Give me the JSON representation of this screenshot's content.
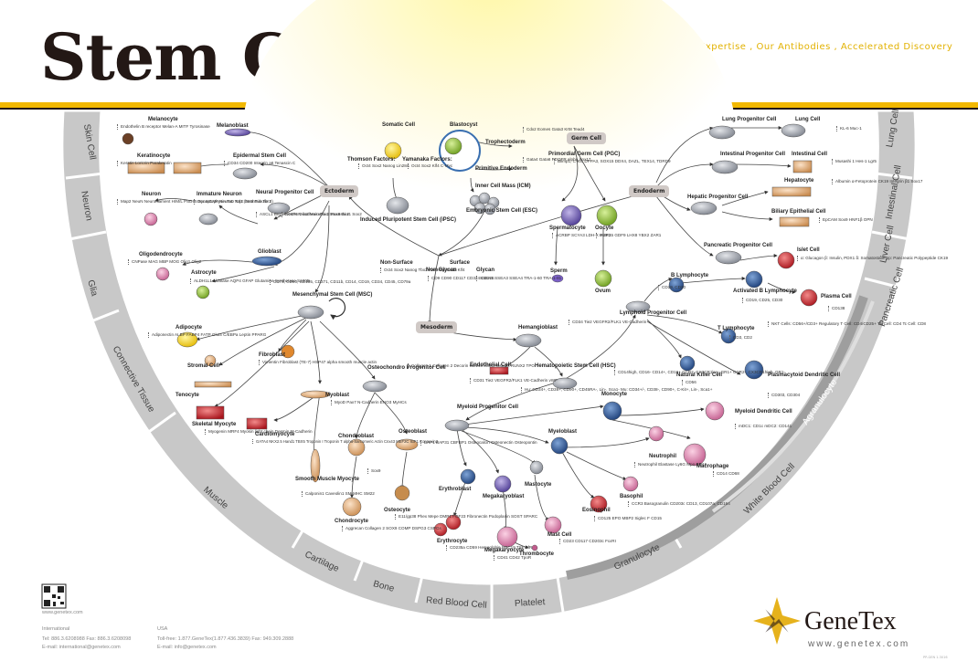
{
  "header": {
    "title": "Stem Cell",
    "tagline": "Your Expertise , Our Antibodies , Accelerated Discovery"
  },
  "colors": {
    "accent_gold": "#f2b800",
    "ring": "#bfbfbf",
    "ring_dark": "#9e9e9e",
    "title": "#231815"
  },
  "categories_left": [
    "Skin Cell",
    "Neuron",
    "Glia",
    "Connective Tissue",
    "Muscle",
    "Cartilage",
    "Bone",
    "Red Blood Cell",
    "Platelet"
  ],
  "categories_right": [
    "Lung Cell",
    "Intestinal Cell",
    "Liver Cell",
    "Pancreatic Cell",
    "Granulocyte",
    "White Blood Cell",
    "Agranulocyte"
  ],
  "nodes": {
    "ectoderm": "Ectoderm",
    "endoderm": "Endoderm",
    "mesoderm": "Mesoderm",
    "germ_cell": "Germ Cell",
    "somatic": "Somatic Cell",
    "blastocyst": "Blastocyst",
    "trophectoderm": "Trophectoderm",
    "trophectoderm_markers": "Cdx2\nEomes\nGata3\nKrt8\nTead4",
    "primitive_endoderm": "Primitive Endoderm",
    "primitive_endoderm_markers": "Gata4\nGata6\nPDGFR alpha\nSox17",
    "icm": "Inner Cell Mass (ICM)",
    "esc": "Embryonic Stem Cell (ESC)",
    "thomson": "Thomson Factors:",
    "thomson_markers": "Oct4\nSox2\nNanog\nLin28A",
    "yamanaka": "Yamanaka Factors:",
    "yamanaka_markers": "Oct4\nSox2\nKlf4\nC-Myc",
    "ipsc": "Induced Pluripotent Stem Cell\n(iPSC)",
    "pgc": "Primordial Germ Cell (PGC)",
    "pgc_markers": "Blimp1, C-Kit, DPPA3, SOX15\nDDX4, DAZL, TEX14, TDRD9",
    "spermatocyte": "Spermatocyte",
    "spermatocyte_markers": "ACRBP\nSCYA3\nLDH-X\nPGK2",
    "sperm": "Sperm",
    "oocyte": "Oocyte",
    "oocyte_markers": "BMP15\nGDF9\nLHX8\nYBX2\nZAR1",
    "ovum": "Ovum",
    "nonsurface_head": "Non-Surface",
    "nonsurface": "Oct4\nSox2\nNanog\nTbx3\nRex1\nFgf4\nKlf2\nKlf4",
    "surface_head": "Surface",
    "nonglycan_head": "Non-Glycan",
    "nonglycan": "CD9\nCD90\nCD117\nCD324\nCD326",
    "glycan_head": "Glycan",
    "glycan": "SSEA1\nSSEA3\nSSEA4\nTRA-1-60\nTRA-1-81",
    "melanoblast": "Melanoblast",
    "melanocyte": "Melanocyte",
    "melanocyte_markers": "Endothelin B receptor\nMelan-A\nMITF\nTyrosinase",
    "keratinocyte": "Keratinocyte",
    "keratinocyte_markers": "Keratin\nLoricrin\nParakeratin",
    "epidermal": "Epidermal Stem Cell",
    "epidermal_markers": "CD34\nCD200\nIntegrin a6\nTenascin C",
    "neuron": "Neuron",
    "neuron_markers": "Map2\nNeuN\nNeurofilament H/M/L\nPSD95\nSynaptophysin\nTau\nTuj1 (beta Tubulin 3)",
    "immature_neuron": "Immature Neuron",
    "immature_neuron_markers": "Dcx\nNCAM\nNeuroD\nNSE\nStathmin\nTbr1",
    "npc": "Neural Progenitor Cell",
    "npc_markers_a": "ASCL1\nBrg1\nCXXP6\nGlis2\nMusashi 1\nMusashi 2",
    "npc_markers_b": "Nestin\nN-cadherin\nPax3\nPax6\nSox1\nSox2",
    "glioblast": "Glioblast",
    "oligodendrocyte": "Oligodendrocyte",
    "oligodendrocyte_markers": "CNPase\nMAG\nMBP\nMOG\nOlig1\nOlig2",
    "astrocyte": "Astrocyte",
    "astrocyte_markers": "ALDH1L1\nAldolase\nAQP4\nGFAP\nGlutamine Synthetase\nS100B",
    "msc": "Mesenchymal Stem Cell\n(MSC)",
    "msc_markers": "CD73, CD90, CD105, CD271,\nCD11b, CD14, CD19, CD34, CD45, CD79a",
    "adipocyte": "Adipocyte",
    "adipocyte_markers": "Adiponectin\nALBP\nFABP4\nFATP\nGlut4\nC/EBPa\nLeptin\nPPARG",
    "stromal": "Stromal\nCell",
    "fibroblast": "Fibroblast",
    "fibroblast_markers": "Vimentin\nFibroblast (TE-7)\nHSP47\nalpha smooth muscle actin",
    "tenocyte": "Tenocyte",
    "skeletal": "Skeletal Myocyte",
    "skeletal_markers": "Myogenin\nMRF4\nMyosin light chain\nDesmin\nM-Cadherin",
    "myoblast": "Myoblast",
    "myoblast_markers": "MyoD\nPax7\nN-Cadherin\nENO3\nMyHCs",
    "cardiomyocyte": "Cardiomyocyte",
    "cardiomyocyte_markers": "GATA4\nNKX2.5\nHand1\nTBX5\nTroponin I\nTroponin T\nalpha-Sarcomeric Actin\nCnx43\nMEF2C\nIGF1\nConnexin3",
    "smooth": "Smooth Muscle\nMyocyte",
    "smooth_markers": "Calponin1\nCaveolin1\nSM-MHC\nSM22",
    "chondroblast": "Chondroblast",
    "chondroblast_markers": "Sox9",
    "chondrocyte": "Chondrocyte",
    "chondrocyte_markers": "Aggrecan\nCollagen 2\nSOX9\nCOMP\nDSPG3\nCSPGs",
    "osteochondro": "Osteochondro\nProgenitor Cell",
    "osteochondro_markers": "Collagen 1\nCollagen 2\nDecorin\nCD146\nMSX2\nOsterix\nRUNX2\nTPO",
    "osteoblast": "Osteoblast",
    "osteoblast_markers": "BAP1\nBAP31\nCBFBP1\nOsteocalcin\nOsteonectin\nOsteopontin",
    "osteocyte": "Osteocyte",
    "osteocyte_markers": "E11/gp38\nPhex\nMepe\nDMP1\nFGF23\nFibronectin\nPodoplanin\nSOST\nSPARC",
    "hemangioblast": "Hemangioblast",
    "hemangioblast_markers": "CD34\nTie2\nVEGFR2/FLK1\nVE-Cadherin",
    "endothelial": "Endothelial Cell",
    "endothelial_markers": "CD31\nTie2\nVEGFR2/FLK1\nVE-Cadherin\nvWF",
    "hsc": "Hematopoietic Stem Cell\n(HSC)",
    "hsc_markers": "Hu: CD34+, CD38+, CD90+,\nCD45RA-, Lin-, Sca1-\nMu: CD34+/-, CD38-, CD90+,\nC-Kit+, Lin-, Sca1+",
    "myeloid": "Myeloid\nProgenitor Cell",
    "lymphoid": "Lymphoid\nProgenitor Cell",
    "erythroblast": "Erythroblast",
    "erythrocyte": "Erythrocyte",
    "erythrocyte_markers": "CD235a\nCD59\nHemoglobin\nRBC19\nTSF\nTfR",
    "megakaryoblast": "Megakaryoblast",
    "megakaryocyte": "Megakaryocyte",
    "megakaryocyte_markers": "CD41\nCD42\nTpoR",
    "thrombocyte": "Thrombocyte",
    "mastocyte": "Mastocyte",
    "mast": "Mast Cell",
    "mast_markers": "CD23\nCD117\nCD203c\nFcεRI",
    "myeloblast": "Myeloblast",
    "neutrophil": "Neutrophil",
    "neutrophil_markers": "Neutrophil Elastase\nLy6G\nMpo\nCD16",
    "eosinophil": "Eosinophil",
    "eosinophil_markers": "CD125\nEPO\nMBP2\nSiglec F\nCD15",
    "basophil": "Basophil",
    "basophil_markers": "CCR3\nBasogranulin\nCD203c\nCD13, CD107a, CD164",
    "monocyte": "Monocyte",
    "monocyte_markers": "CD14high, CD16-\nCD14+, CD16+\nCCR2, CX3CR1low, GR1+\nCCR2-, CX3CR1high, GR1-",
    "macrophage": "Macrophage",
    "macrophage_markers": "CD14\nCD68",
    "myeloid_dc": "Myeloid\nDendritic Cell",
    "myeloid_dc_markers": "mDC1: CD1c\nmDC2: CD141",
    "b_lymph": "B Lymphocyte",
    "b_lymph_markers": "CD19, CD20",
    "act_b": "Activated B Lymphocyte",
    "act_b_markers": "CD19, CD25, CD30",
    "plasma": "Plasma Cell",
    "plasma_markers": "CD138",
    "t_lymph": "T Lymphocyte",
    "t_lymph_markers": "CD3, CD2",
    "t_subsets": "NKT Cells: CD56+/CD3+\nRegulatory T Cell: CD4/CD25+\nTh Cell: CD4\nTc Cell: CD8",
    "nk": "Natural Killer Cell",
    "nk_markers": "CD56",
    "pdc": "Plasmacytoid\nDendritic Cell",
    "pdc_markers": "CD303, CD304",
    "lung_progenitor": "Lung Progenitor Cell",
    "lung": "Lung Cell",
    "lung_markers": "KL-6\nMuc-1",
    "intestinal_progenitor": "Intestinal Progenitor Cell",
    "intestinal": "Intestinal Cell",
    "intestinal_markers": "Musashi 1\nHes-1\nLgr5",
    "hepatic_progenitor": "Hepatic Progenitor Cell",
    "hepatocyte": "Hepatocyte",
    "hepatocyte_markers": "Albumin\nα-Fetoprotein\nCK19\nIntegrin β1\nSox17",
    "biliary": "Biliary Epithelial Cell",
    "biliary_markers": "EpCAM\nSox9\nHNF1β\nOPN",
    "pancreatic_progenitor": "Pancreatic Progenitor Cell",
    "islet": "Islet Cell",
    "islet_markers": "α: Glucagon\nβ: Insulin, PDX1\nδ: Somatostatin\npp: Pancreatic Polypeptide\nCK19"
  },
  "footer": {
    "intl_head": "International",
    "intl_tel": "Tel: 886.3.6208988     Fax: 886.3.6208098",
    "intl_email": "E-mail: international@genetex.com",
    "usa_head": "USA",
    "usa_tel": "Toll-free: 1.877.GeneTex(1.877.436.3839)     Fax: 949.309.2888",
    "usa_email": "E-mail: info@genetex.com",
    "qr_caption": "www.genetex.com",
    "logo": "GeneTex",
    "url": "www.genetex.com",
    "code": "PP-GEN 1-3016"
  }
}
